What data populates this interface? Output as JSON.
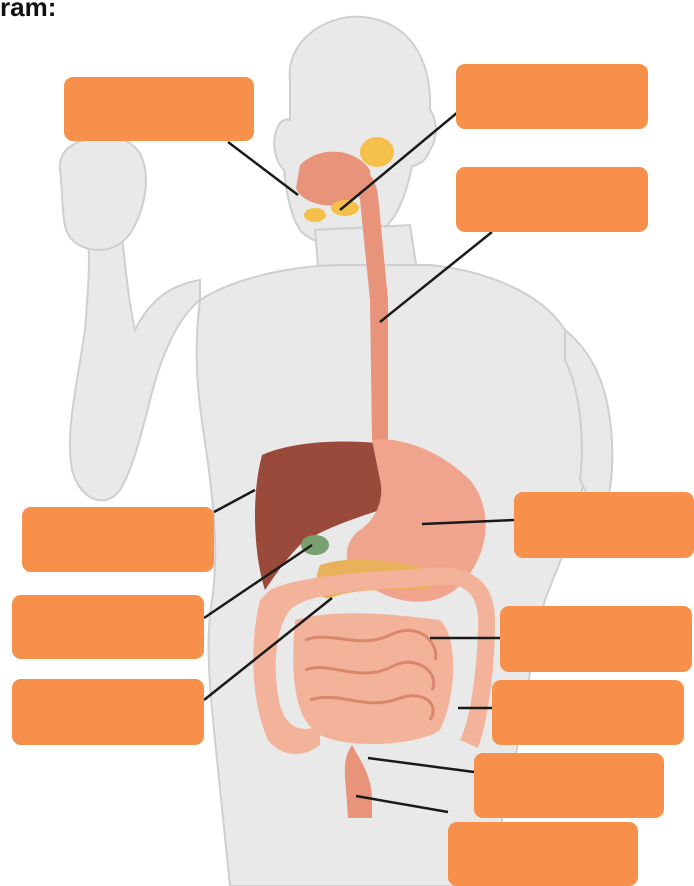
{
  "heading": "ram:",
  "colors": {
    "label_box": "#f7904a",
    "skin": "#e9e9e9",
    "skin_shadow": "#cfcfcf",
    "esophagus": "#e8947a",
    "liver": "#9a4a3a",
    "stomach": "#f0a48e",
    "intestine": "#f3b39a",
    "salivary": "#f5c04a",
    "gallbladder": "#7aa070",
    "pancreas": "#e9b25a",
    "leader_line": "#1a1a1a"
  },
  "labels": [
    {
      "id": "mouth",
      "text": ""
    },
    {
      "id": "salivary-glands",
      "text": ""
    },
    {
      "id": "esophagus",
      "text": ""
    },
    {
      "id": "liver",
      "text": ""
    },
    {
      "id": "stomach",
      "text": ""
    },
    {
      "id": "gallbladder",
      "text": ""
    },
    {
      "id": "small-intestine",
      "text": ""
    },
    {
      "id": "pancreas",
      "text": ""
    },
    {
      "id": "large-intestine",
      "text": ""
    },
    {
      "id": "rectum",
      "text": ""
    },
    {
      "id": "anus",
      "text": ""
    }
  ]
}
